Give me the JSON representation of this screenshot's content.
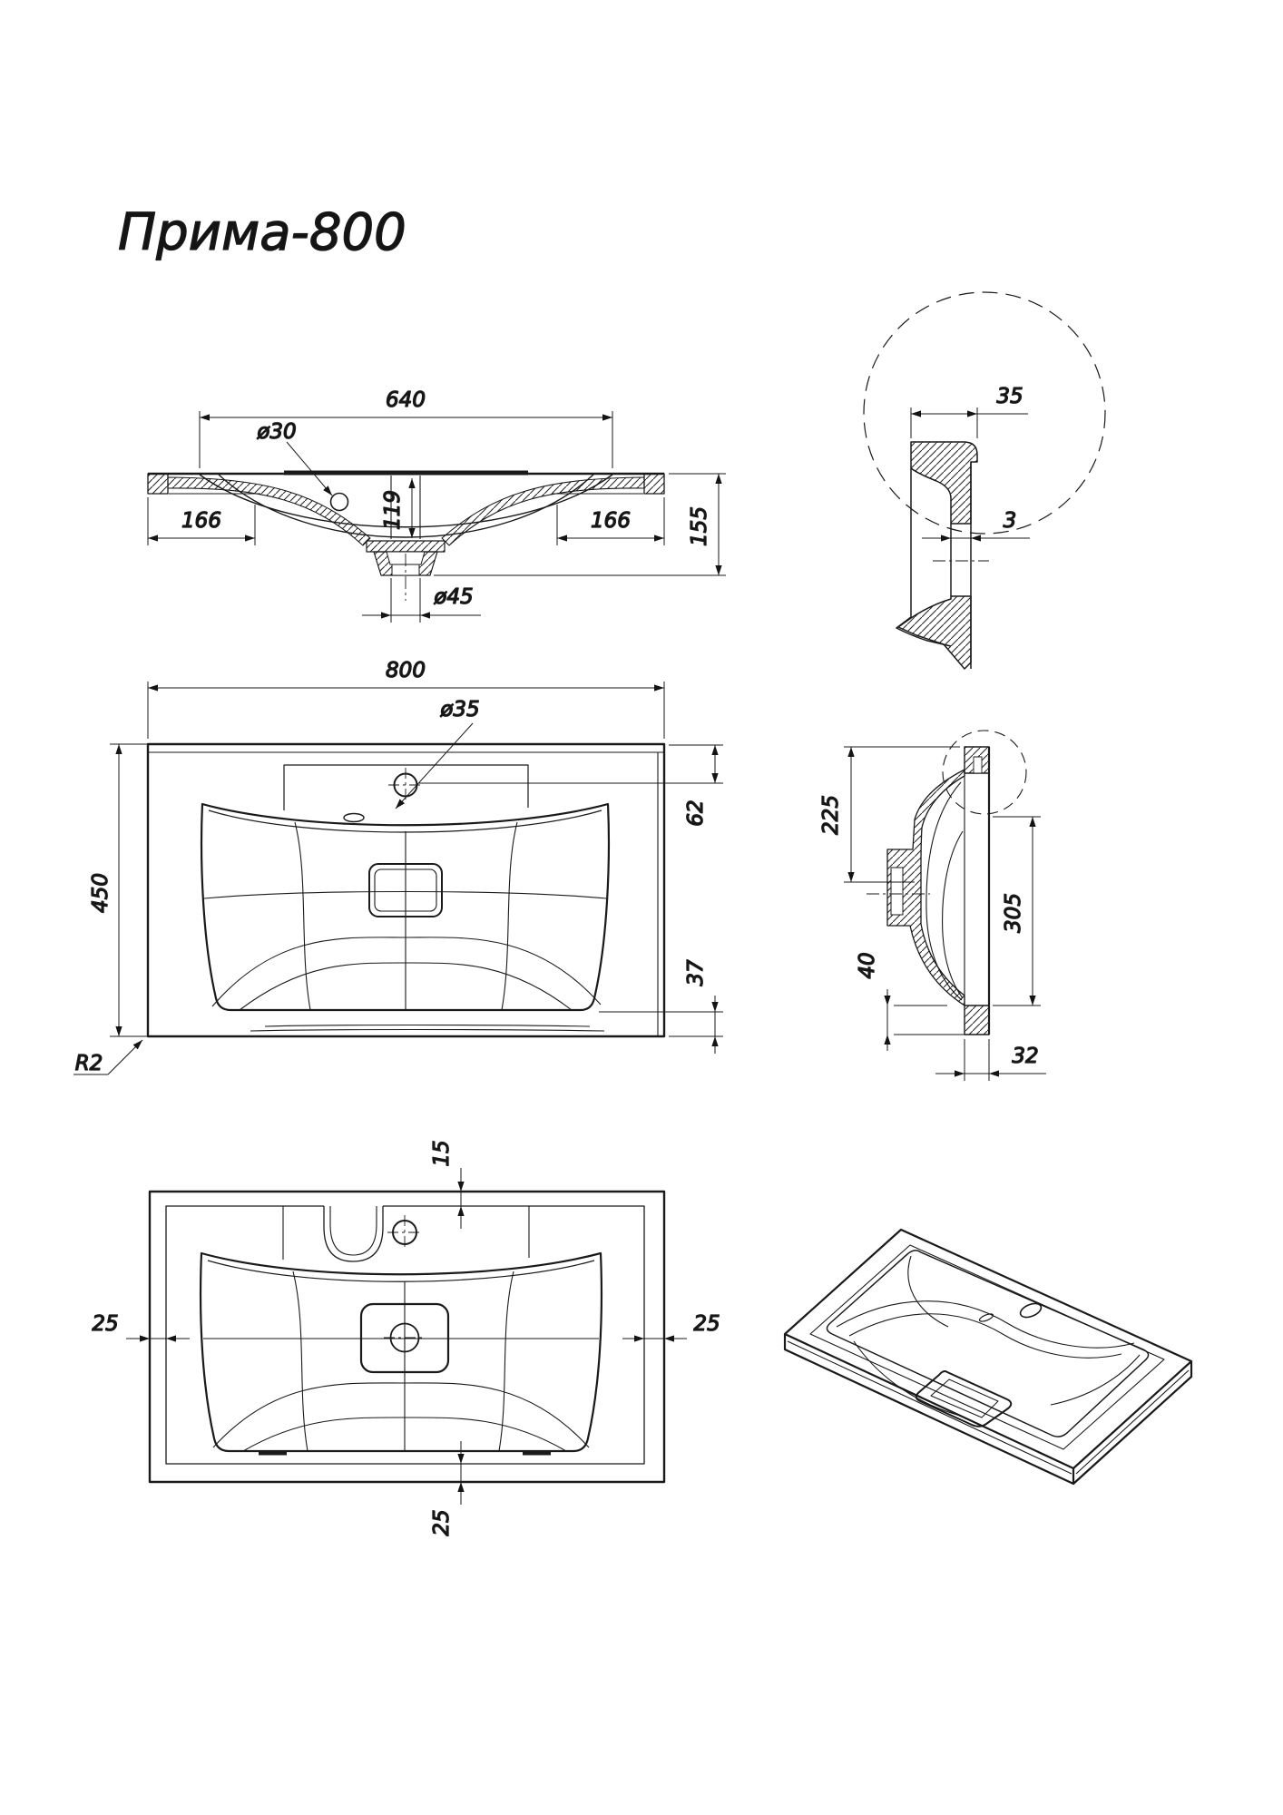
{
  "title": "Прима-800",
  "dims": {
    "front": {
      "opening_width": "640",
      "overflow_dia": "ø30",
      "bowl_depth": "119",
      "left_flat": "166",
      "right_flat": "166",
      "drain_dia": "ø45",
      "total_height": "155"
    },
    "detail": {
      "rim_width": "35",
      "slot_width": "3"
    },
    "plan": {
      "width": "800",
      "faucet_dia": "ø35",
      "depth": "450",
      "back_gap": "62",
      "front_gap": "37",
      "corner_radius": "R2"
    },
    "side": {
      "back_height": "225",
      "bowl_height": "305",
      "foot_gap": "40",
      "apron_width": "32"
    },
    "bottom": {
      "top_inset": "15",
      "left_inset": "25",
      "right_inset": "25",
      "bottom_inset": "25"
    }
  }
}
